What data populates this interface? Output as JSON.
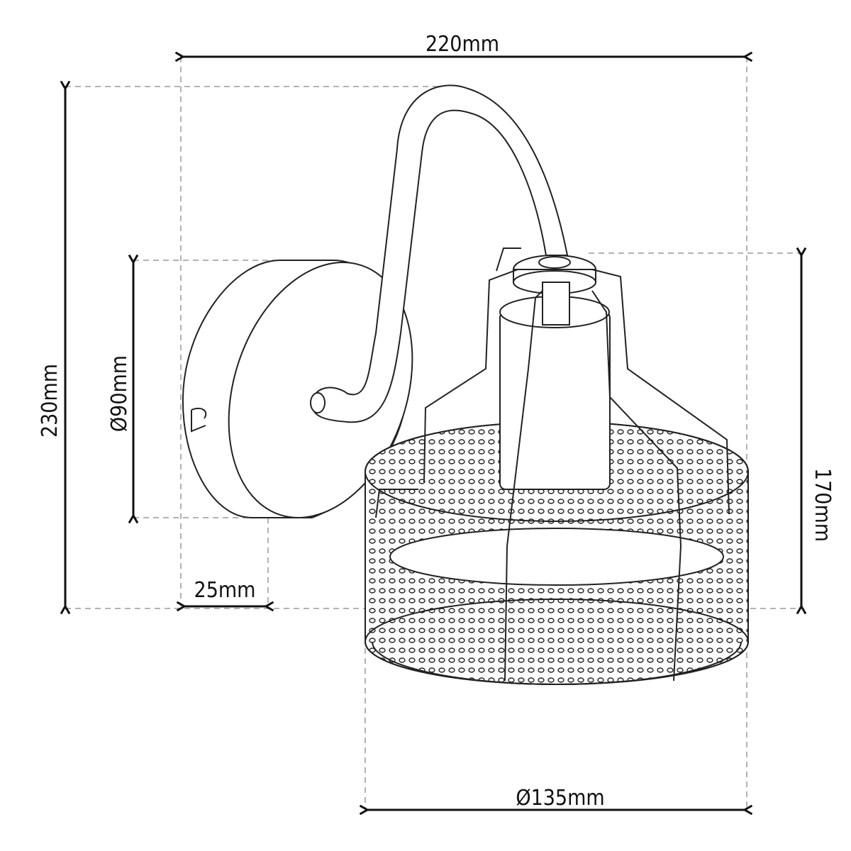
{
  "dimensions": {
    "width": "220mm",
    "height": "230mm",
    "plate_diameter": "Ø90mm",
    "plate_depth": "25mm",
    "shade_height": "170mm",
    "shade_diameter": "Ø135mm"
  },
  "colors": {
    "line": "#111111",
    "extension": "#999999"
  }
}
